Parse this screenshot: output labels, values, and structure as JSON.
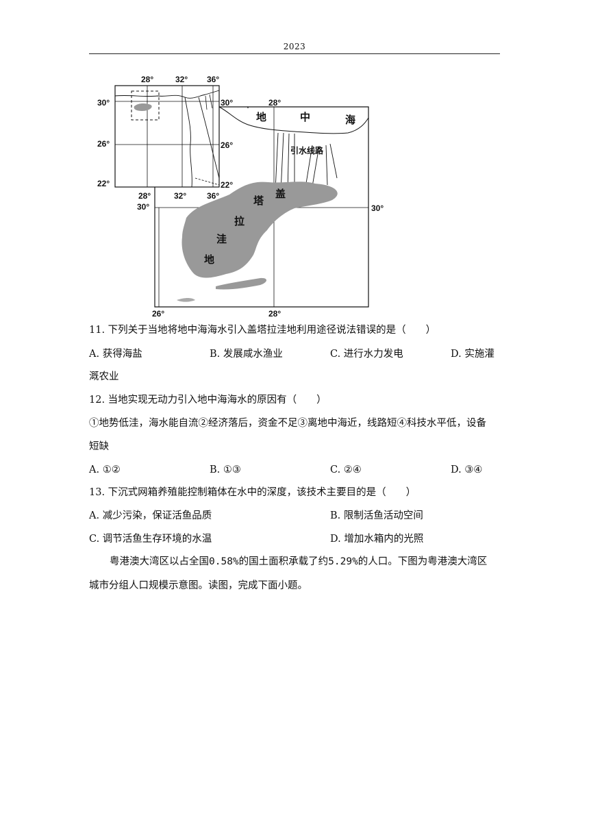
{
  "header": {
    "year": "2023"
  },
  "map": {
    "inset_labels": {
      "lon_28_top": "28°",
      "lon_32_top": "32°",
      "lon_36_top": "36°",
      "lat_30": "30°",
      "lat_26": "26°",
      "lat_22": "22°",
      "lat_30_right": "30°",
      "lat_26_right": "26°",
      "lat_22_right": "22°",
      "lon_28_bottom": "28°",
      "lon_32_bottom": "32°",
      "lon_36_bottom": "36°"
    },
    "main_labels": {
      "lon_28_top": "28°",
      "lat_30_left": "30°",
      "lat_30_right": "30°",
      "lon_26_bottom": "26°",
      "lon_28_bottom": "28°",
      "sea_1": "地",
      "sea_2": "中",
      "sea_3": "海",
      "route": "引水线路",
      "dep_1": "盖",
      "dep_2": "塔",
      "dep_3": "拉",
      "dep_4": "洼",
      "dep_5": "地"
    }
  },
  "q11": {
    "stem": "11. 下列关于当地将地中海海水引入盖塔拉洼地利用途径说法错误的是（　　）",
    "a": "A. 获得海盐",
    "b": "B. 发展咸水渔业",
    "c": "C. 进行水力发电",
    "d": "D. 实施灌",
    "d_cont": "溉农业"
  },
  "q12": {
    "stem": "12. 当地实现无动力引入地中海海水的原因有（　　）",
    "reasons": "①地势低洼，海水能自流②经济落后，资金不足③离地中海近，线路短④科技水平低，设备",
    "reasons_cont": "短缺",
    "a": "A. ①②",
    "b": "B. ①③",
    "c": "C. ②④",
    "d": "D. ③④"
  },
  "q13": {
    "stem": "13. 下沉式网箱养殖能控制箱体在水中的深度，该技术主要目的是（　　）",
    "a": "A. 减少污染，保证活鱼品质",
    "b": "B. 限制活鱼活动空间",
    "c": "C. 调节活鱼生存环境的水温",
    "d": "D. 增加水箱内的光照"
  },
  "intro": {
    "line1": "粤港澳大湾区以占全国0.58%的国土面积承载了约5.29%的人口。下图为粤港澳大湾区",
    "line2": "城市分组人口规模示意图。读图，完成下面小题。"
  }
}
